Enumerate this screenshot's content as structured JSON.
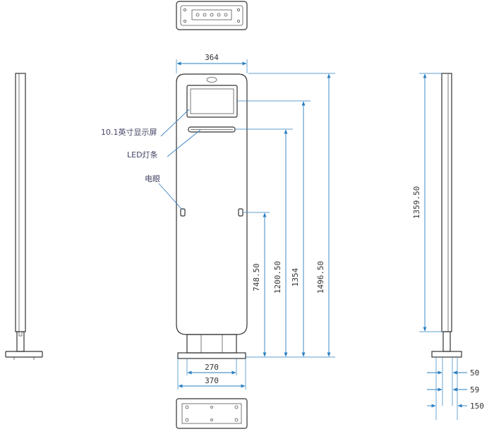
{
  "callouts": {
    "screen": "10.1英寸显示屏",
    "led": "LED灯条",
    "eye": "电眼"
  },
  "dimensions": {
    "width_top": "364",
    "h_748": "748.50",
    "h_1200": "1200.50",
    "h_1354": "1354",
    "h_1496": "1496.50",
    "base_270": "270",
    "base_370": "370",
    "side_1359": "1359.50",
    "side_50": "50",
    "side_59": "59",
    "side_150": "150"
  },
  "colors": {
    "outline": "#333333",
    "dimension": "#2a7fc1"
  }
}
